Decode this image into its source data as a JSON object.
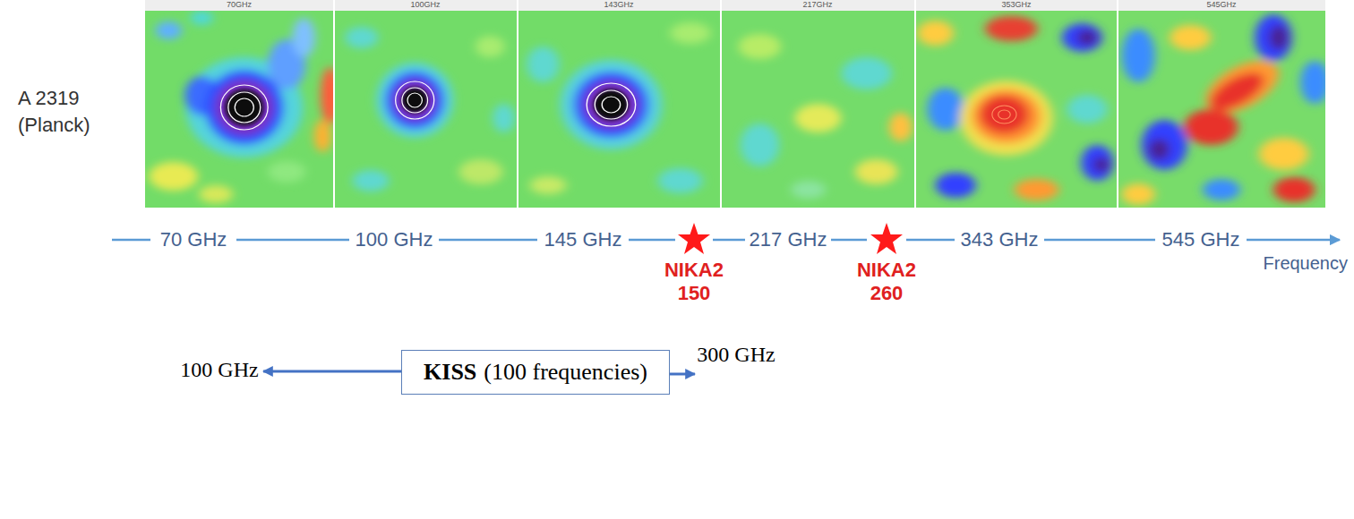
{
  "diagram": {
    "nodes": [
      {
        "text": [
          "KISS",
          "(100 frequencies)"
        ]
      }
    ],
    "labels": [
      "70GHz",
      "100GHz",
      "143GHz",
      "217GHz",
      "353GHz",
      "545GHz",
      "A 2319",
      "(Planck)",
      "70 GHz",
      "100 GHz",
      "145 GHz",
      "217 GHz",
      "343 GHz",
      "545 GHz",
      "Frequency",
      "NIKA2",
      "150",
      "NIKA2",
      "260",
      "100 GHz",
      "300 GHz"
    ]
  }
}
